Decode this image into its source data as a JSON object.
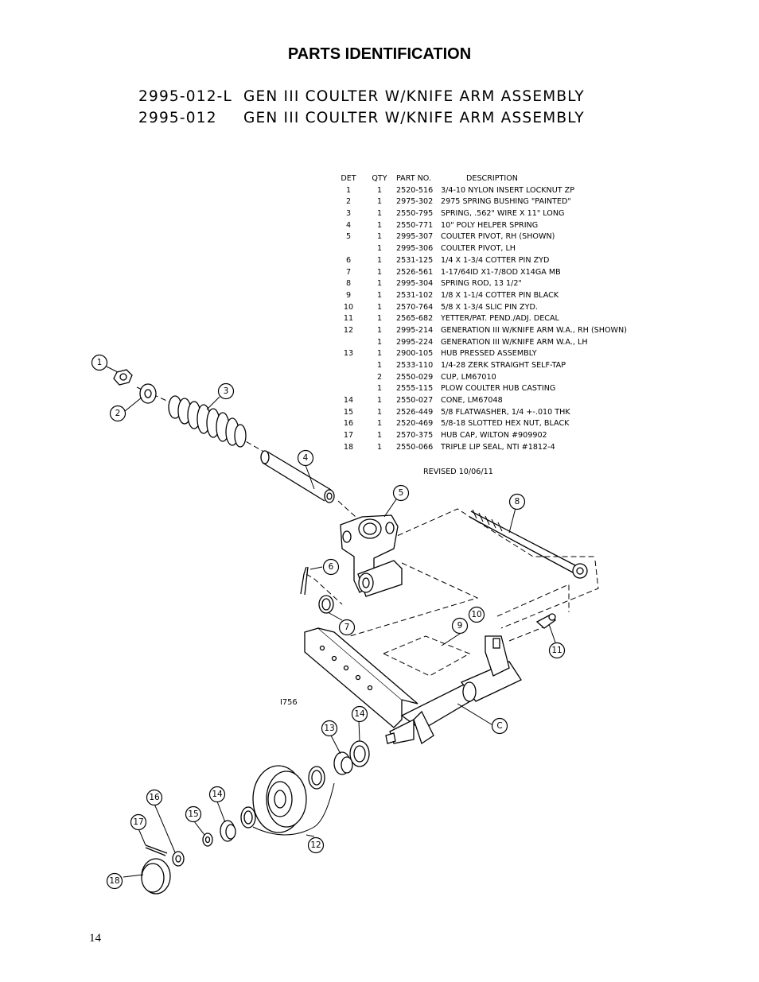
{
  "page": {
    "title": "PARTS IDENTIFICATION",
    "page_number": "14"
  },
  "assemblies": [
    {
      "number": "2995-012-L",
      "description": "GEN III COULTER W/KNIFE ARM ASSEMBLY"
    },
    {
      "number": "2995-012",
      "description": "GEN III COULTER W/KNIFE ARM ASSEMBLY"
    }
  ],
  "parts_table": {
    "headers": {
      "det": "DET",
      "qty": "QTY",
      "part_no": "PART NO.",
      "description": "DESCRIPTION"
    },
    "rows": [
      {
        "det": "1",
        "qty": "1",
        "part_no": "2520-516",
        "description": "3/4-10 NYLON INSERT LOCKNUT ZP"
      },
      {
        "det": "2",
        "qty": "1",
        "part_no": "2975-302",
        "description": "2975 SPRING BUSHING \"PAINTED\""
      },
      {
        "det": "3",
        "qty": "1",
        "part_no": "2550-795",
        "description": "SPRING, .562\" WIRE X 11\" LONG"
      },
      {
        "det": "4",
        "qty": "1",
        "part_no": "2550-771",
        "description": "10\" POLY HELPER SPRING"
      },
      {
        "det": "5",
        "qty": "1",
        "part_no": "2995-307",
        "description": "COULTER PIVOT, RH (SHOWN)"
      },
      {
        "det": "",
        "qty": "1",
        "part_no": "2995-306",
        "description": "COULTER PIVOT, LH"
      },
      {
        "det": "6",
        "qty": "1",
        "part_no": "2531-125",
        "description": "1/4 X 1-3/4 COTTER PIN ZYD"
      },
      {
        "det": "7",
        "qty": "1",
        "part_no": "2526-561",
        "description": "1-17/64ID X1-7/8OD X14GA MB"
      },
      {
        "det": "8",
        "qty": "1",
        "part_no": "2995-304",
        "description": "SPRING ROD, 13 1/2\""
      },
      {
        "det": "9",
        "qty": "1",
        "part_no": "2531-102",
        "description": "1/8 X 1-1/4 COTTER PIN BLACK"
      },
      {
        "det": "10",
        "qty": "1",
        "part_no": "2570-764",
        "description": "5/8 X 1-3/4 SLIC PIN ZYD."
      },
      {
        "det": "11",
        "qty": "1",
        "part_no": "2565-682",
        "description": "YETTER/PAT. PEND./ADJ. DECAL"
      },
      {
        "det": "12",
        "qty": "1",
        "part_no": "2995-214",
        "description": "GENERATION III W/KNIFE ARM W.A., RH (SHOWN)"
      },
      {
        "det": "",
        "qty": "1",
        "part_no": "2995-224",
        "description": "GENERATION III W/KNIFE ARM W.A., LH"
      },
      {
        "det": "13",
        "qty": "1",
        "part_no": "2900-105",
        "description": "HUB PRESSED ASSEMBLY"
      },
      {
        "det": "",
        "qty": "1",
        "part_no": "2533-110",
        "description": "1/4-28 ZERK STRAIGHT SELF-TAP"
      },
      {
        "det": "",
        "qty": "2",
        "part_no": "2550-029",
        "description": "CUP, LM67010"
      },
      {
        "det": "",
        "qty": "1",
        "part_no": "2555-115",
        "description": "PLOW COULTER HUB CASTING"
      },
      {
        "det": "14",
        "qty": "1",
        "part_no": "2550-027",
        "description": "CONE, LM67048"
      },
      {
        "det": "15",
        "qty": "1",
        "part_no": "2526-449",
        "description": "5/8 FLATWASHER, 1/4 +-.010 THK"
      },
      {
        "det": "16",
        "qty": "1",
        "part_no": "2520-469",
        "description": "5/8-18 SLOTTED HEX NUT, BLACK"
      },
      {
        "det": "17",
        "qty": "1",
        "part_no": "2570-375",
        "description": "HUB CAP, WILTON #909902"
      },
      {
        "det": "18",
        "qty": "1",
        "part_no": "2550-066",
        "description": "TRIPLE LIP SEAL, NTI #1812-4"
      }
    ],
    "revised": "REVISED 10/06/11"
  },
  "drawing": {
    "code": "I756",
    "callouts": [
      "1",
      "2",
      "3",
      "4",
      "5",
      "6",
      "7",
      "8",
      "9",
      "10",
      "11",
      "C",
      "12",
      "13",
      "14",
      "14",
      "15",
      "16",
      "17",
      "18"
    ]
  }
}
